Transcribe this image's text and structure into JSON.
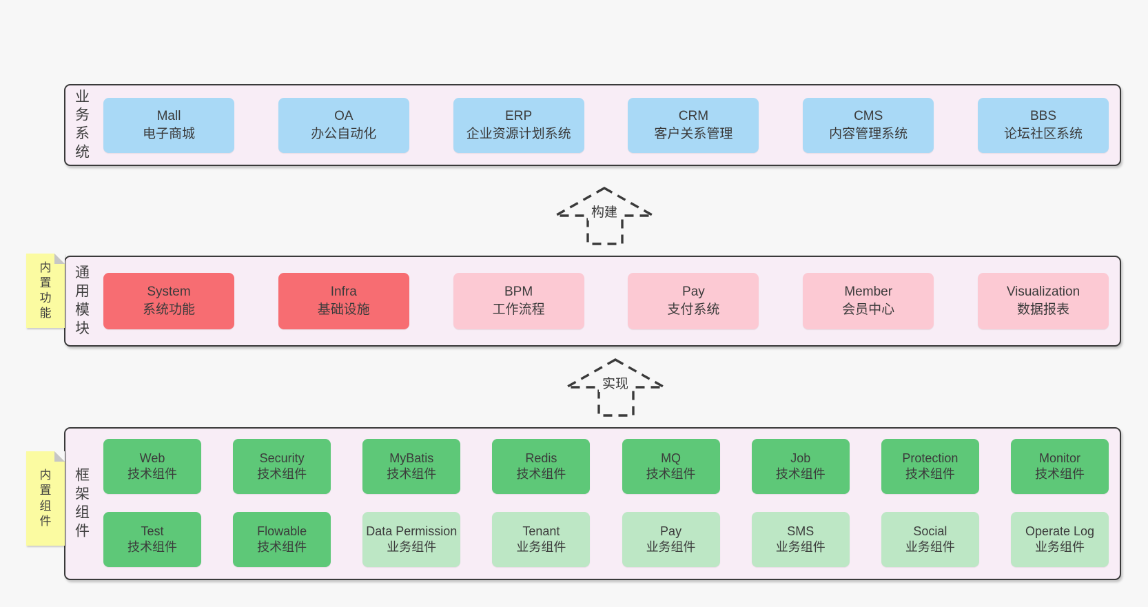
{
  "colors": {
    "page_bg": "#f7f7f7",
    "layer_bg": "#f8edf6",
    "layer_border": "#3a3a3a",
    "blue": "#a9d9f6",
    "red": "#f76d72",
    "pink": "#fcc9d3",
    "green": "#5ec878",
    "light_green": "#bde7c5",
    "sticky_yellow": "#fbfba1",
    "sticky_fold": "#c6c6c6",
    "text": "#3b3b3b"
  },
  "arrows": [
    {
      "label": "构建"
    },
    {
      "label": "实现"
    }
  ],
  "layers": [
    {
      "label": "业务系统",
      "boxes": [
        {
          "title": "Mall",
          "subtitle": "电子商城"
        },
        {
          "title": "OA",
          "subtitle": "办公自动化"
        },
        {
          "title": "ERP",
          "subtitle": "企业资源计划系统"
        },
        {
          "title": "CRM",
          "subtitle": "客户关系管理"
        },
        {
          "title": "CMS",
          "subtitle": "内容管理系统"
        },
        {
          "title": "BBS",
          "subtitle": "论坛社区系统"
        }
      ]
    },
    {
      "label": "通用模块",
      "sticky": "内置功能",
      "boxes": [
        {
          "title": "System",
          "subtitle": "系统功能"
        },
        {
          "title": "Infra",
          "subtitle": "基础设施"
        },
        {
          "title": "BPM",
          "subtitle": "工作流程"
        },
        {
          "title": "Pay",
          "subtitle": "支付系统"
        },
        {
          "title": "Member",
          "subtitle": "会员中心"
        },
        {
          "title": "Visualization",
          "subtitle": "数据报表"
        }
      ]
    },
    {
      "label": "框架组件",
      "sticky": "内置组件",
      "rows": [
        [
          {
            "title": "Web",
            "subtitle": "技术组件"
          },
          {
            "title": "Security",
            "subtitle": "技术组件"
          },
          {
            "title": "MyBatis",
            "subtitle": "技术组件"
          },
          {
            "title": "Redis",
            "subtitle": "技术组件"
          },
          {
            "title": "MQ",
            "subtitle": "技术组件"
          },
          {
            "title": "Job",
            "subtitle": "技术组件"
          },
          {
            "title": "Protection",
            "subtitle": "技术组件"
          },
          {
            "title": "Monitor",
            "subtitle": "技术组件"
          }
        ],
        [
          {
            "title": "Test",
            "subtitle": "技术组件"
          },
          {
            "title": "Flowable",
            "subtitle": "技术组件"
          },
          {
            "title": "Data Permission",
            "subtitle": "业务组件"
          },
          {
            "title": "Tenant",
            "subtitle": "业务组件"
          },
          {
            "title": "Pay",
            "subtitle": "业务组件"
          },
          {
            "title": "SMS",
            "subtitle": "业务组件"
          },
          {
            "title": "Social",
            "subtitle": "业务组件"
          },
          {
            "title": "Operate Log",
            "subtitle": "业务组件"
          }
        ]
      ]
    }
  ]
}
